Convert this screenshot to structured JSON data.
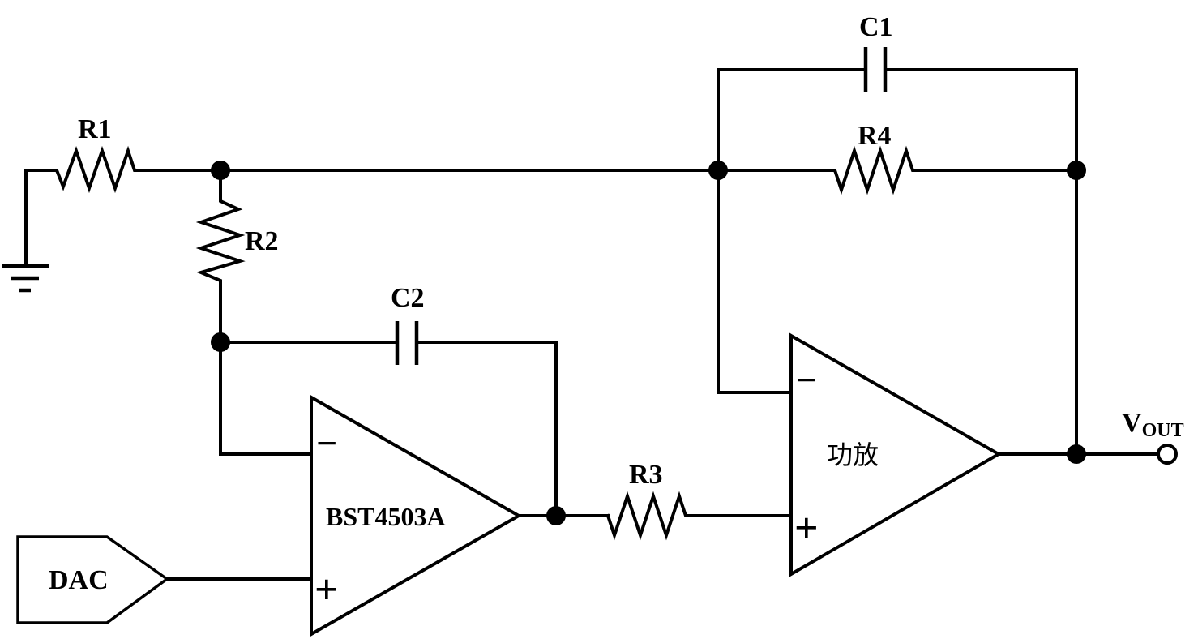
{
  "components": {
    "r1": "R1",
    "r2": "R2",
    "r3": "R3",
    "r4": "R4",
    "c1": "C1",
    "c2": "C2",
    "dac": "DAC",
    "opamp1": "BST4503A",
    "opamp2": "功放"
  },
  "output": {
    "label_main": "V",
    "label_sub": "OUT"
  },
  "symbols": {
    "minus": "−",
    "plus": "+"
  }
}
